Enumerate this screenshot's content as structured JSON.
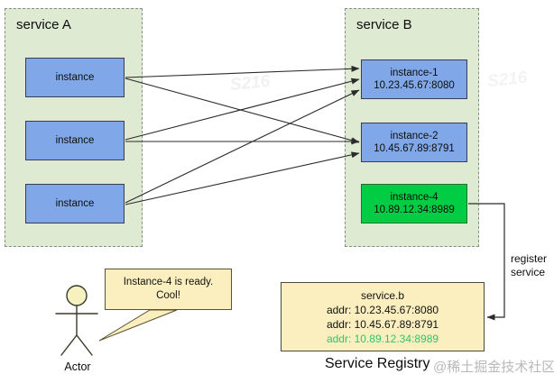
{
  "diagram": {
    "title": "Service discovery / registry diagram",
    "colors": {
      "group_fill": "#dfead2",
      "group_border": "#8a8a8a",
      "instance_blue": "#80a8e8",
      "instance_green": "#00cc44",
      "registry_fill": "#fbefc0",
      "accent_green_text": "#2fc46a",
      "line": "#2b2b2b"
    }
  },
  "service_a": {
    "title": "service A",
    "instances": [
      {
        "name": "instance"
      },
      {
        "name": "instance"
      },
      {
        "name": "instance"
      }
    ]
  },
  "service_b": {
    "title": "service B",
    "instances": [
      {
        "name": "instance-1",
        "addr": "10.23.45.67:8080",
        "state": "existing"
      },
      {
        "name": "instance-2",
        "addr": "10.45.67.89:8791",
        "state": "existing"
      },
      {
        "name": "instance-4",
        "addr": "10.89.12.34:8989",
        "state": "new"
      }
    ]
  },
  "registry": {
    "caption": "Service Registry",
    "service_name": "service.b",
    "entries": [
      {
        "text": "addr: 10.23.45.67:8080",
        "highlight": false
      },
      {
        "text": "addr: 10.45.67.89:8791",
        "highlight": false
      },
      {
        "text": "addr: 10.89.12.34:8989",
        "highlight": true
      }
    ]
  },
  "edges": {
    "register_label_line1": "register",
    "register_label_line2": "service"
  },
  "actor": {
    "label": "Actor",
    "bubble_line1": "Instance-4 is ready.",
    "bubble_line2": "Cool!"
  },
  "watermarks": {
    "corner": "@稀土掘金技术社区",
    "faint": "S216"
  }
}
